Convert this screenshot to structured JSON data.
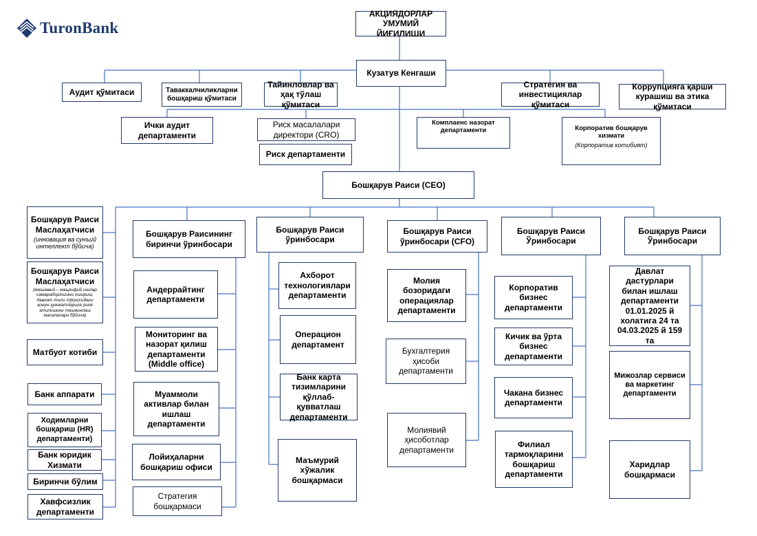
{
  "logo": {
    "text": "TuronBank",
    "icon": "turonbank-diamond-logo",
    "color": "#1f3a6e"
  },
  "colors": {
    "line": "#4472c4",
    "border": "#1f3864"
  },
  "top": {
    "shareholders": "АКЦИЯДОРЛАР УМУМИЙ ЙИҒИЛИШИ",
    "supervisory_board": "Кузатув Кенгаши",
    "ceo": "Бошқарув Раиси (CEO)"
  },
  "committees": {
    "audit": "Аудит қўмитаси",
    "risk_mgmt": "Таваккалчиликларни бошқариш қўмитаси",
    "appointments": "Тайинловлар ва ҳақ тўлаш қўмитаси",
    "strategy": "Стратегия ва инвестициялар қўмитаси",
    "anticorruption": "Коррупцияга қарши курашиш ва этика қўмитаси"
  },
  "board_units": {
    "internal_audit": "Ички аудит департаменти",
    "cro": "Риск масалалари директори  (CRO)",
    "risk_dept": "Риск департаменти",
    "compliance": "Комплаенс назорат департаменти",
    "corp_gov_title": "Корпоратив бошқарув хизмати",
    "corp_gov_sub": "(Корпоратив котибият)"
  },
  "left_column": {
    "advisor1_title": "Бошқарув Раиси Маслаҳатчиси",
    "advisor1_sub": "(инновация ва сунъий интеллект бўйича)",
    "advisor2_title": "Бошқарув Раиси Маслаҳатчиси",
    "advisor2_sub": "(маънавий – маърифий ишлар самарадорлигини ошириш, давлат тили тўғрисидаги қонун ҳужжатларига риоя этилишини таъминлаш масалалари бўйича)",
    "press": "Матбуот котиби",
    "apparatus": "Банк аппарати",
    "hr": "Ходимларни бошқариш (HR) департаменти)",
    "legal": "Банк юридик Хизмати",
    "first_dept": "Биринчи бўлим",
    "security": "Хавфсизлик департаменти"
  },
  "deputies": {
    "first_deputy": "Бошқарув Раисининг биринчи ўринбосари",
    "deputy2": "Бошқарув Раиси ўринбосари",
    "cfo": "Бошқарув Раиси ўринбосари (CFO)",
    "deputy4": "Бошқарув Раиси Ўринбосари",
    "deputy5": "Бошқарув Раиси Ўринбосари"
  },
  "col1": {
    "underwriting": "Андеррайтинг департаменти",
    "monitoring": "Мониторинг ва назорат қилиш департаменти (Middle office)",
    "problem_assets": "Муаммоли активлар билан ишлаш департаменти",
    "project_office": "Лойиҳаларни бошқариш офиси",
    "strategy_office": "Стратегия бошқармаси"
  },
  "col2": {
    "it": "Ахборот технологиялари департаменти",
    "operations": "Операцион департамент",
    "card": "Банк карта тизимларини қўллаб-қувватлаш департаменти",
    "admin": "Маъмурий хўжалик бошқармаси"
  },
  "col3": {
    "financial_markets": "Молия бозоридаги операциялар департаменти",
    "accounting": "Бухгалтерия ҳисоби департаменти",
    "fin_reporting": "Молиявий ҳисоботлар департаменти"
  },
  "col4": {
    "corporate_biz": "Корпоратив бизнес департаменти",
    "sme": "Кичик ва ўрта бизнес департаменти",
    "retail": "Чакана бизнес департаменти",
    "branch_network": "Филиал тармоқларини бошқариш департаменти"
  },
  "col5": {
    "state_programs": "Давлат дастурлари билан ишлаш департаменти 01.01.2025 й холатига 24 та 04.03.2025 й 159 та",
    "client_service": "Мижозлар сервиси ва маркетинг департаменти",
    "procurement": "Харидлар бошқармаси"
  }
}
